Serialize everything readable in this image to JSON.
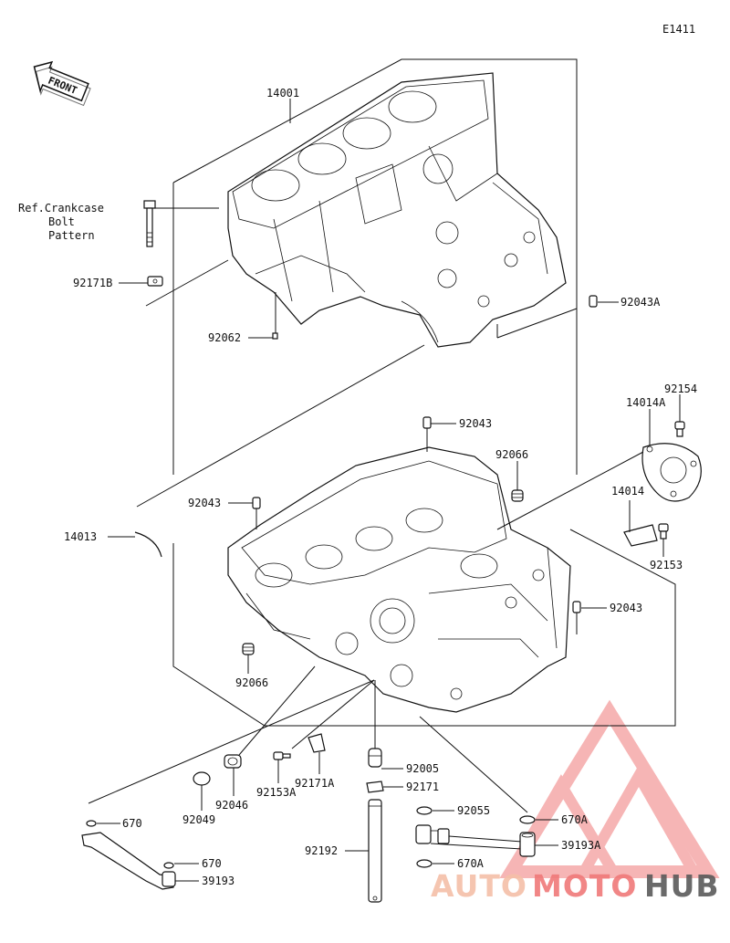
{
  "diagram": {
    "code": "E1411",
    "front_label": "FRONT",
    "ref_note": [
      "Ref.Crankcase",
      "Bolt",
      "Pattern"
    ]
  },
  "callouts": {
    "p14001": "14001",
    "p92171B": "92171B",
    "p92062": "92062",
    "p92043A": "92043A",
    "p92154": "92154",
    "p14014A": "14014A",
    "p92043_top": "92043",
    "p92066_right": "92066",
    "p92043_left": "92043",
    "p14013": "14013",
    "p14014": "14014",
    "p92153": "92153",
    "p92043_right": "92043",
    "p92066_left": "92066",
    "p92049": "92049",
    "p92046": "92046",
    "p92153A": "92153A",
    "p92171A": "92171A",
    "p92005": "92005",
    "p92171": "92171",
    "p670_left": "670",
    "p670_mid": "670",
    "p39193": "39193",
    "p92192": "92192",
    "p92055": "92055",
    "p670A_top": "670A",
    "p39193A": "39193A",
    "p670A_bottom": "670A"
  },
  "watermark": {
    "part1": "AUTO",
    "part2": "MOTO",
    "part3": "HUB",
    "color_light": "#f5bfa8",
    "color_main": "#f07a7a",
    "color_dark": "#5a5a5a"
  }
}
